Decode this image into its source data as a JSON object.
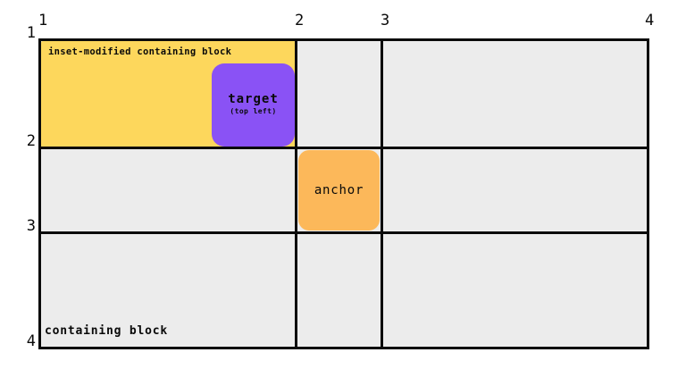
{
  "diagram": {
    "description": "CSS anchor positioning grid diagram",
    "grid": {
      "column_labels": [
        "1",
        "2",
        "3",
        "4"
      ],
      "row_labels": [
        "1",
        "2",
        "3",
        "4"
      ],
      "cell_fill": "#ececec",
      "line_color": "#0a0a0a"
    },
    "blocks": {
      "imcb_label": "inset-modified containing block",
      "containing_block_label": "containing block",
      "target_label": "target",
      "target_sublabel": "(top left)",
      "anchor_label": "anchor"
    },
    "colors": {
      "imcb_fill": "#fdd75c",
      "target_fill": "#8a52f5",
      "anchor_fill": "#fcb85a"
    }
  }
}
